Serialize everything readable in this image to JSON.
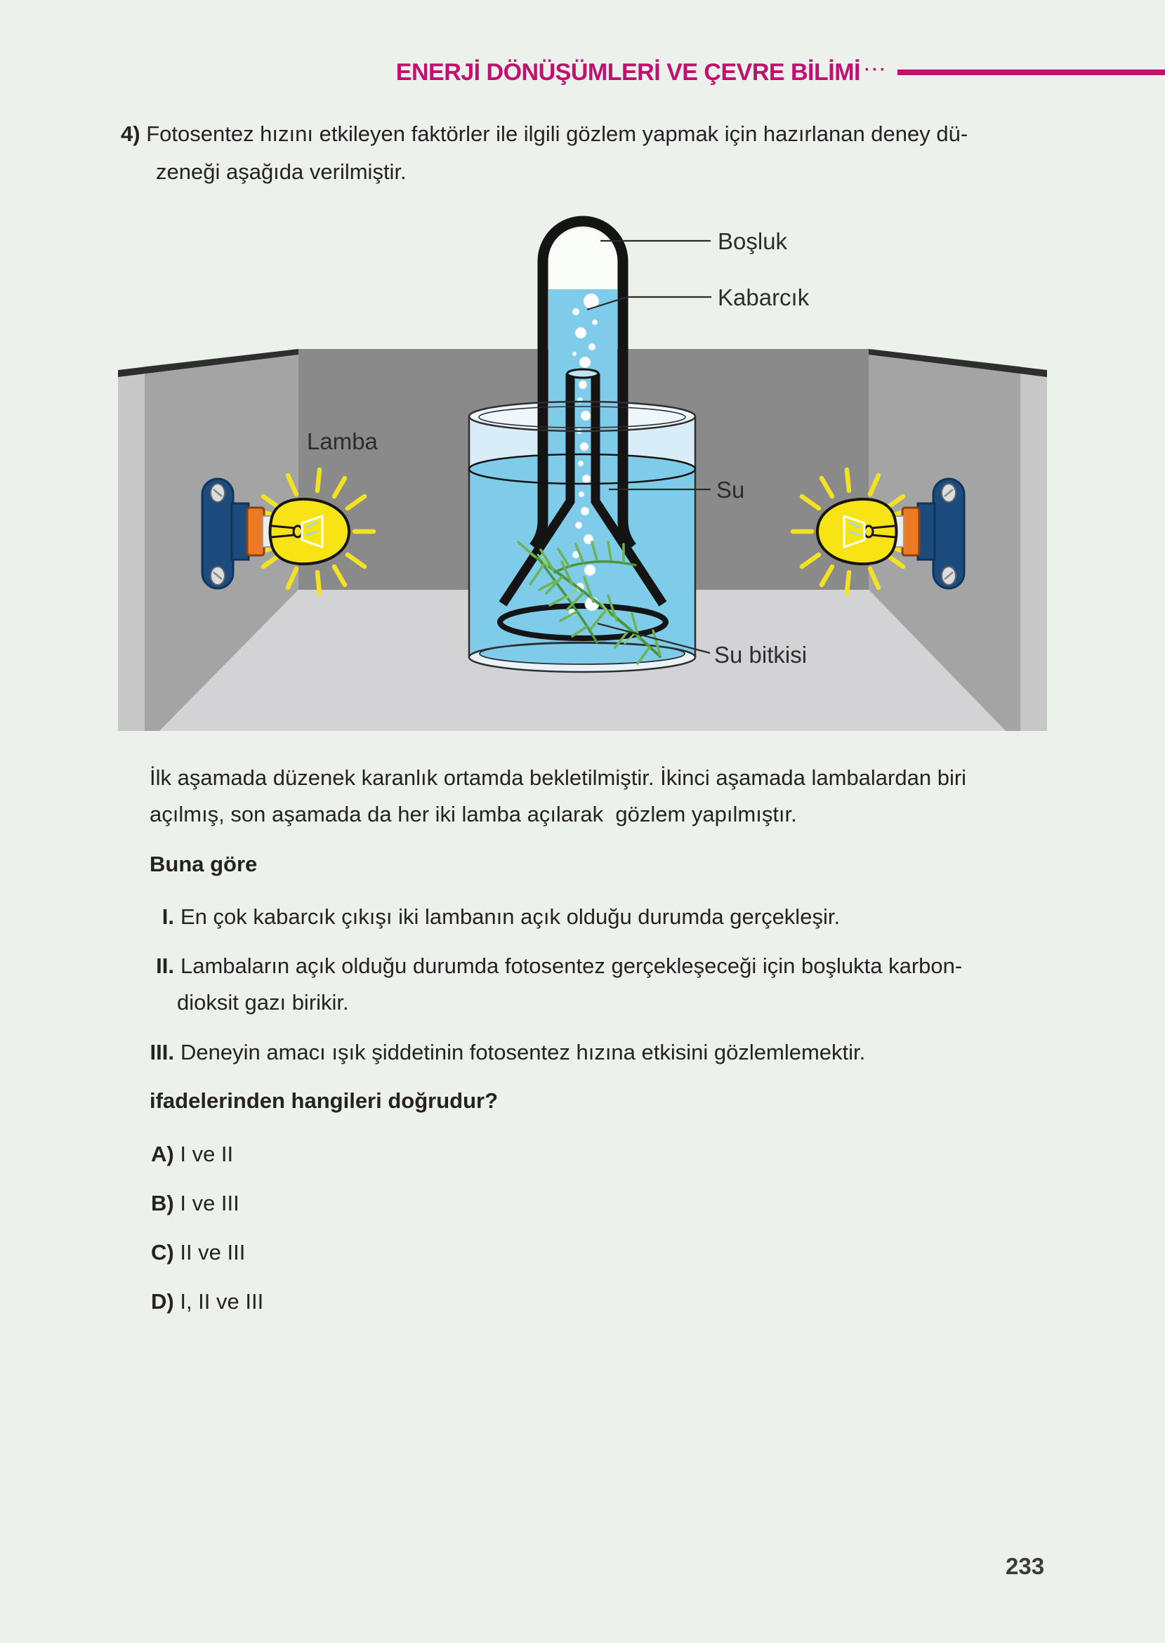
{
  "page": {
    "number": "233",
    "background": "#edf1ec"
  },
  "header": {
    "title": "ENERJİ DÖNÜŞÜMLERİ VE ÇEVRE BİLİMİ",
    "dots": "···",
    "accent_color": "#c01070"
  },
  "question": {
    "number": "4)",
    "line1": "Fotosentez hızını etkileyen faktörler ile ilgili gözlem yapmak için hazırlanan deney dü-",
    "line2": "zeneği aşağıda verilmiştir."
  },
  "diagram": {
    "labels": {
      "bosluk": "Boşluk",
      "kabarcik": "Kabarcık",
      "su": "Su",
      "su_bitkisi": "Su bitkisi",
      "lamba": "Lamba"
    },
    "colors": {
      "water": "#7ecbea",
      "water_light": "#d9edf8",
      "back_wall": "#8a8a8a",
      "side_wall": "#a4a4a4",
      "floor": "#d3d3d5",
      "bulb_yellow": "#f8e414",
      "socket_orange": "#ea7b24",
      "mount_blue": "#1c4b7e",
      "plant_green": "#5aa84f"
    }
  },
  "body": {
    "para_line1": "İlk aşamada düzenek karanlık ortamda bekletilmiştir. İkinci aşamada lambalardan biri",
    "para_line2": "açılmış, son aşamada da her iki lamba açılarak  gözlem yapılmıştır.",
    "buna_gore": "Buna göre",
    "statements": [
      {
        "num": "I.",
        "text": "En çok kabarcık çıkışı iki lambanın açık olduğu durumda gerçekleşir."
      },
      {
        "num": "II.",
        "text": "Lambaların açık olduğu durumda fotosentez gerçekleşeceği için boşlukta karbon-",
        "text2": "dioksit gazı birikir."
      },
      {
        "num": "III.",
        "text": "Deneyin amacı ışık şiddetinin fotosentez hızına etkisini gözlemlemektir."
      }
    ],
    "question_bold": "ifadelerinden hangileri doğrudur?"
  },
  "options": [
    {
      "letter": "A)",
      "text": "I ve II"
    },
    {
      "letter": "B)",
      "text": "I ve III"
    },
    {
      "letter": "C)",
      "text": "II ve III"
    },
    {
      "letter": "D)",
      "text": "I, II ve III"
    }
  ]
}
